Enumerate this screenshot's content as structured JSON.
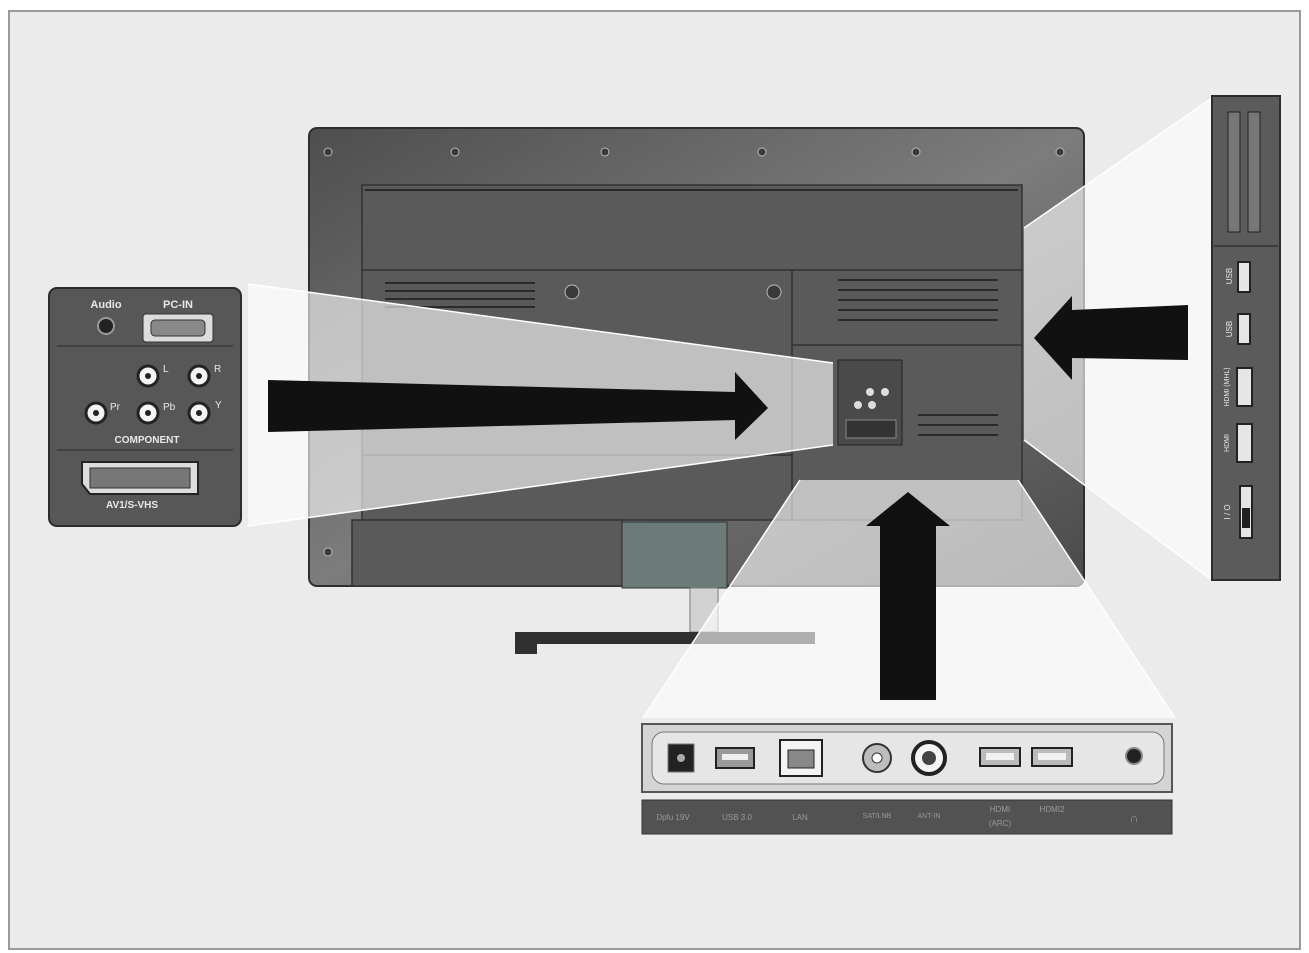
{
  "left_panel": {
    "audio_label": "Audio",
    "pcin_label": "PC-IN",
    "l_label": "L",
    "r_label": "R",
    "pr_label": "Pr",
    "pb_label": "Pb",
    "y_label": "Y",
    "component_label": "COMPONENT",
    "scart_label": "AV1/S-VHS"
  },
  "right_panel": {
    "usb1_label": "USB",
    "usb2_label": "USB",
    "hdmi_label_a": "HDMI (MHL)",
    "hdmi_label_b": "HDMI",
    "switch_label": "I / O"
  },
  "bottom_panel": {
    "dc_label": "Dpfu 19V",
    "usb3_label": "USB 3.0",
    "lan_label": "LAN",
    "satellite_label": "SAT/LNB",
    "antenna_label": "ANT-IN",
    "hdmi_arc_label": "HDMI",
    "hdmi_arc_sub": "(ARC)",
    "hdmi2_label": "HDMI2",
    "headphone_label": "∩"
  },
  "colors": {
    "background": "#ebebeb",
    "tv_back": "#6a6a6a",
    "panel": "#585858",
    "arrow": "#111111"
  }
}
